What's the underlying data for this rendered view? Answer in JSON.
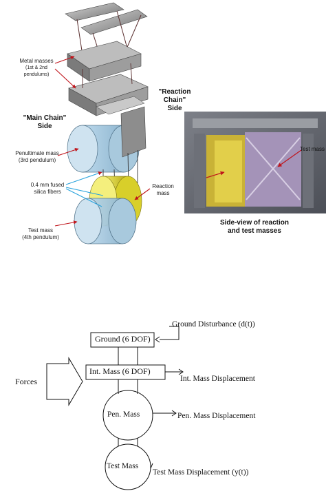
{
  "top_figure": {
    "metal_masses_label": [
      "Metal masses",
      "(1st & 2nd pendulums)"
    ],
    "reaction_chain_label": [
      "\"Reaction Chain\"",
      "Side"
    ],
    "main_chain_label": [
      "\"Main Chain\"",
      "Side"
    ],
    "penultimate_label": [
      "Penultimate mass",
      "(3rd pendulum)"
    ],
    "fibers_label": [
      "0.4 mm fused",
      "silica fibers"
    ],
    "reaction_mass_label": [
      "Reaction",
      "mass"
    ],
    "test_mass_label": [
      "Test mass",
      "(4th pendulum)"
    ],
    "photo_test_mass_label": "Test mass",
    "photo_caption": [
      "Side-view of reaction",
      "and test masses"
    ]
  },
  "block_diagram": {
    "ground": "Ground (6 DOF)",
    "ground_disturbance": "Ground Disturbance (d(t))",
    "forces": "Forces",
    "int_mass": "Int. Mass (6 DOF)",
    "int_mass_displacement": "Int. Mass Displacement",
    "pen_mass": "Pen. Mass",
    "pen_mass_displacement": "Pen. Mass Displacement",
    "test_mass": "Test Mass",
    "test_mass_displacement": "Test Mass Displacement (y(t))"
  }
}
